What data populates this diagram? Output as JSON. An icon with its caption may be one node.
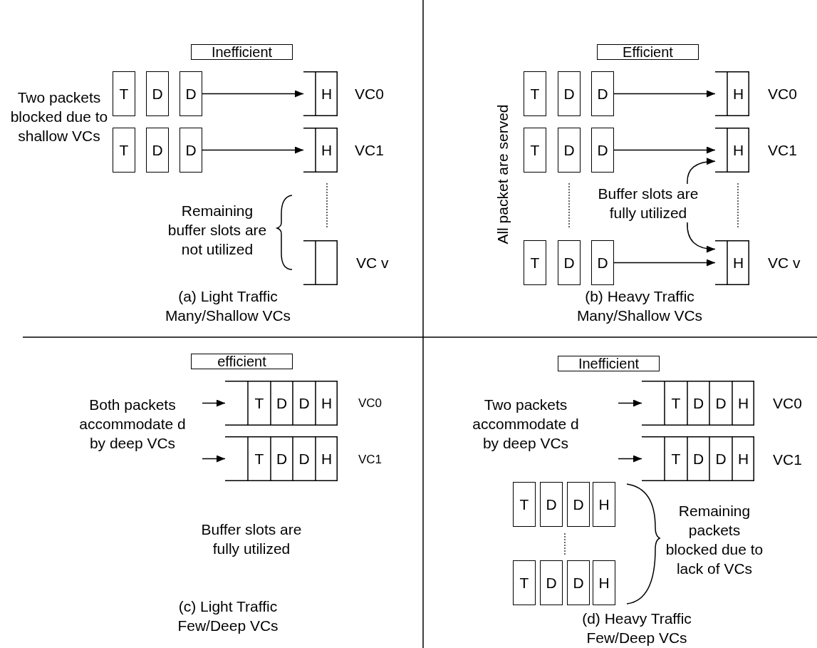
{
  "diagram": {
    "nodes": [
      {
        "text": [
          "Inefficient"
        ]
      },
      {
        "text": [
          "T"
        ]
      },
      {
        "text": [
          "D"
        ]
      },
      {
        "text": [
          "D"
        ]
      },
      {
        "text": [],
        "shape": "box"
      },
      {
        "text": [
          "H"
        ],
        "in": 4
      },
      {
        "text": [
          "T"
        ]
      },
      {
        "text": [
          "D"
        ]
      },
      {
        "text": [
          "D"
        ]
      },
      {
        "text": [],
        "shape": "box"
      },
      {
        "text": [
          "H"
        ],
        "in": 9
      },
      {
        "text": [],
        "shape": "box"
      },
      {
        "text": [
          "Efficient"
        ]
      },
      {
        "text": [
          "T"
        ]
      },
      {
        "text": [
          "D"
        ]
      },
      {
        "text": [
          "D"
        ]
      },
      {
        "text": [],
        "shape": "box"
      },
      {
        "text": [
          "H"
        ],
        "in": 16
      },
      {
        "text": [
          "T"
        ]
      },
      {
        "text": [
          "D"
        ]
      },
      {
        "text": [
          "D"
        ]
      },
      {
        "text": [],
        "shape": "box"
      },
      {
        "text": [
          "H"
        ],
        "in": 21
      },
      {
        "text": [
          "Buffer slots are fully utilized"
        ]
      },
      {
        "text": [
          "T"
        ]
      },
      {
        "text": [
          "D"
        ]
      },
      {
        "text": [
          "D"
        ]
      },
      {
        "text": [],
        "shape": "box"
      },
      {
        "text": [
          "H"
        ],
        "in": 27
      },
      {
        "text": [
          "efficient"
        ]
      },
      {
        "text": [],
        "shape": "box"
      },
      {
        "text": [
          "T"
        ],
        "in": 30
      },
      {
        "text": [
          "D"
        ],
        "in": 30
      },
      {
        "text": [
          "D"
        ],
        "in": 30
      },
      {
        "text": [
          "H"
        ],
        "in": 30
      },
      {
        "text": [],
        "shape": "box"
      },
      {
        "text": [
          "T"
        ],
        "in": 35
      },
      {
        "text": [
          "D"
        ],
        "in": 35
      },
      {
        "text": [
          "D"
        ],
        "in": 35
      },
      {
        "text": [
          "H"
        ],
        "in": 35
      },
      {
        "text": [
          "Inefficient"
        ]
      },
      {
        "text": [],
        "shape": "box"
      },
      {
        "text": [
          "T"
        ],
        "in": 41
      },
      {
        "text": [
          "D"
        ],
        "in": 41
      },
      {
        "text": [
          "D"
        ],
        "in": 41
      },
      {
        "text": [
          "H"
        ],
        "in": 41
      },
      {
        "text": [],
        "shape": "box"
      },
      {
        "text": [
          "T"
        ],
        "in": 46
      },
      {
        "text": [
          "D"
        ],
        "in": 46
      },
      {
        "text": [
          "D"
        ],
        "in": 46
      },
      {
        "text": [
          "H"
        ],
        "in": 46
      },
      {
        "text": [
          "T"
        ]
      },
      {
        "text": [
          "D"
        ]
      },
      {
        "text": [
          "D"
        ]
      },
      {
        "text": [
          "H"
        ]
      },
      {
        "text": [
          "T"
        ]
      },
      {
        "text": [
          "D"
        ]
      },
      {
        "text": [
          "D"
        ]
      },
      {
        "text": [
          "H"
        ]
      }
    ],
    "edges": [
      {
        "from": 3,
        "to": 4,
        "arrow": "to"
      },
      {
        "from": 8,
        "to": 9,
        "arrow": "to"
      },
      {
        "from": 15,
        "to": 16,
        "arrow": "to"
      },
      {
        "from": 20,
        "to": 21,
        "arrow": "to"
      },
      {
        "from": 23,
        "to": 21,
        "arrow": "to"
      },
      {
        "from": 23,
        "to": 27,
        "arrow": "to"
      },
      {
        "from": 26,
        "to": 27,
        "arrow": "to"
      },
      {
        "from": null,
        "to": 30,
        "arrow": "to"
      },
      {
        "from": null,
        "to": 35,
        "arrow": "to"
      },
      {
        "from": null,
        "to": 41,
        "arrow": "to"
      },
      {
        "from": null,
        "to": 46,
        "arrow": "to"
      }
    ],
    "labels": [
      "Two packets blocked due to shallow VCs",
      "VC0",
      "VC1",
      "Remaining buffer slots are not utilized",
      "VC v",
      "(a) Light Traffic Many/Shallow VCs",
      "All packet are served",
      "VC0",
      "VC1",
      "VC v",
      "(b) Heavy Traffic Many/Shallow VCs",
      "Both packets accommodate d by deep VCs",
      "VC0",
      "VC1",
      "Buffer slots are fully utilized",
      "(c) Light Traffic Few/Deep VCs",
      "Two packets accommodate d by deep VCs",
      "VC0",
      "VC1",
      "Remaining packets blocked due to lack of VCs",
      "(d) Heavy Traffic Few/Deep VCs"
    ]
  }
}
